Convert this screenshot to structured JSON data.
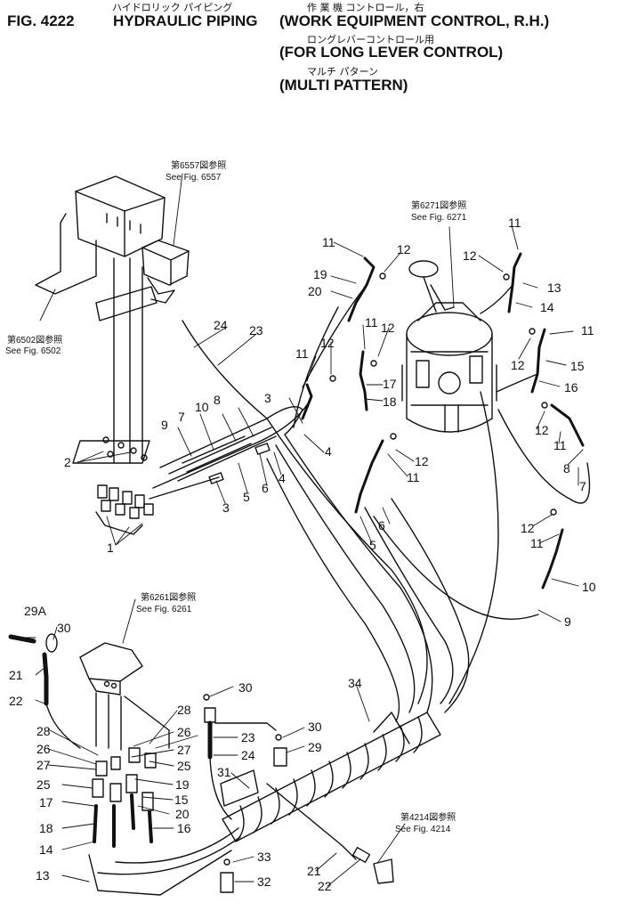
{
  "header": {
    "fig_no": "FIG. 4222",
    "title_en_1": "HYDRAULIC PIPING",
    "title_en_2": "(WORK EQUIPMENT CONTROL, R.H.)",
    "title_en_3": "(FOR LONG LEVER CONTROL)",
    "title_en_4": "(MULTI PATTERN)",
    "title_jp_1": "ハイドロリック パイピング",
    "title_jp_2": "作 業 機 コントロール，右",
    "title_jp_3": "ロングレバーコントロール用",
    "title_jp_4": "マルチ パターン"
  },
  "references": [
    {
      "jp": "第6557図参照",
      "en": "See Fig. 6557"
    },
    {
      "jp": "第6502図参照",
      "en": "See Fig. 6502"
    },
    {
      "jp": "第6271図参照",
      "en": "See Fig. 6271"
    },
    {
      "jp": "第6261図参照",
      "en": "See Fig. 6261"
    },
    {
      "jp": "第4214図参照",
      "en": "See Fig. 4214"
    }
  ],
  "callouts": [
    "1",
    "2",
    "3",
    "4",
    "5",
    "6",
    "7",
    "8",
    "9",
    "10",
    "11",
    "12",
    "13",
    "14",
    "15",
    "16",
    "17",
    "18",
    "19",
    "20",
    "21",
    "22",
    "23",
    "24",
    "25",
    "26",
    "27",
    "28",
    "29",
    "29A",
    "30",
    "31",
    "32",
    "33",
    "34"
  ]
}
